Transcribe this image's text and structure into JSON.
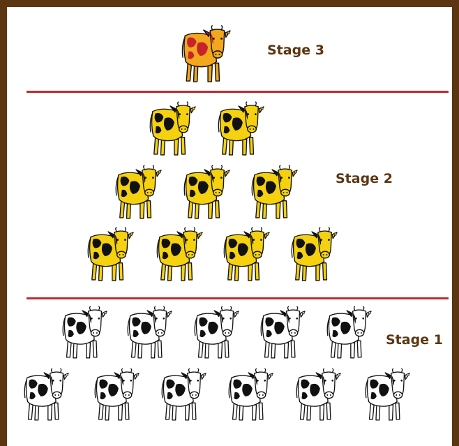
{
  "colors": {
    "frame": "#5b3611",
    "divider": "#bf2b30",
    "label": "#5b3611",
    "stage3_body": "#f2a71c",
    "stage3_spots": "#c8232c",
    "stage2_body": "#f5d10f",
    "stage2_spots": "#111111",
    "stage1_body": "#ffffff",
    "stage1_spots": "#111111"
  },
  "stages": [
    {
      "label": "Stage 3",
      "cow_count": 1,
      "icon": "cow-icon"
    },
    {
      "label": "Stage 2",
      "cow_count": 9,
      "icon": "cow-icon"
    },
    {
      "label": "Stage 1",
      "cow_count": 11,
      "icon": "cow-icon"
    }
  ]
}
